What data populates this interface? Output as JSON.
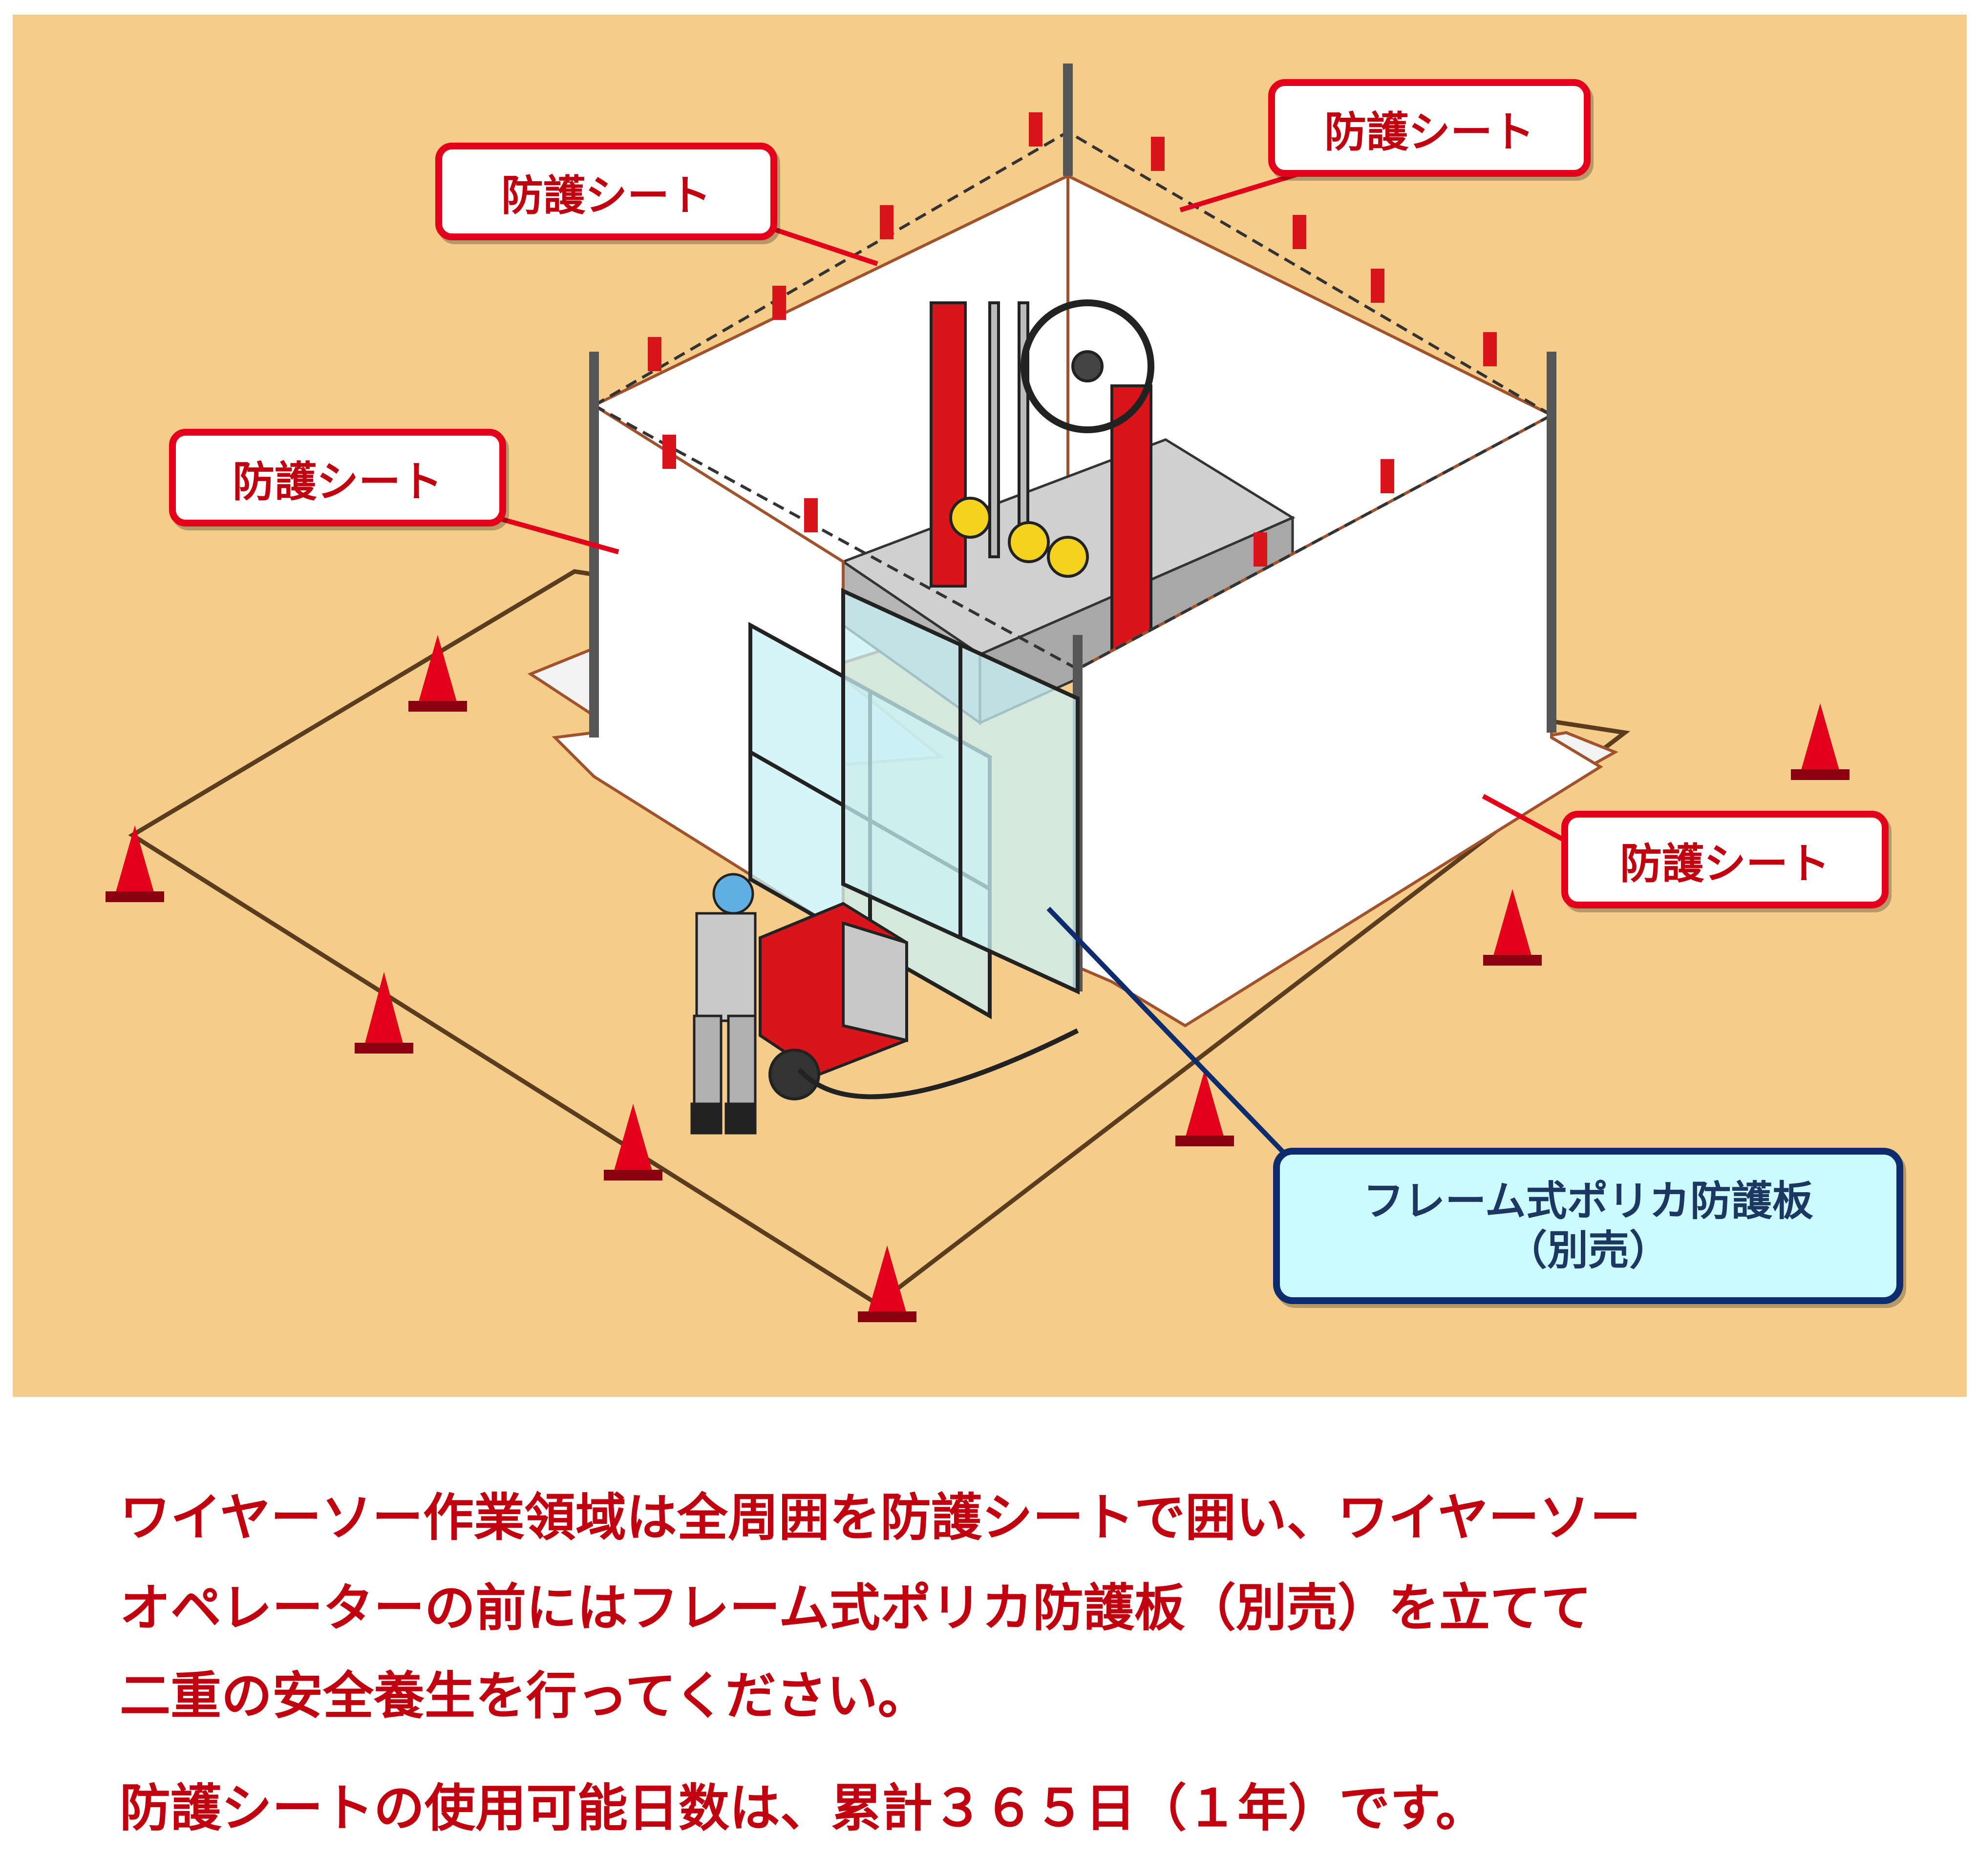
{
  "callouts": {
    "sheet_top_left": "防護シート",
    "sheet_top_right": "防護シート",
    "sheet_left": "防護シート",
    "sheet_right": "防護シート",
    "panel_line1": "フレーム式ポリカ防護板",
    "panel_line2": "（別売）"
  },
  "notes": {
    "line1": "ワイヤーソー作業領域は全周囲を防護シートで囲い、ワイヤーソー",
    "line2": "オペレーターの前にはフレーム式ポリカ防護板（別売）を立てて",
    "line3": "二重の安全養生を行ってください。",
    "line4": "防護シートの使用可能日数は、累計３６５日（１年）です。"
  },
  "colors": {
    "background": "#f5cc8a",
    "accent_red": "#e2001a",
    "text_red": "#c0000e",
    "navy": "#0c2c6e",
    "light_cyan": "#ccfbff"
  }
}
